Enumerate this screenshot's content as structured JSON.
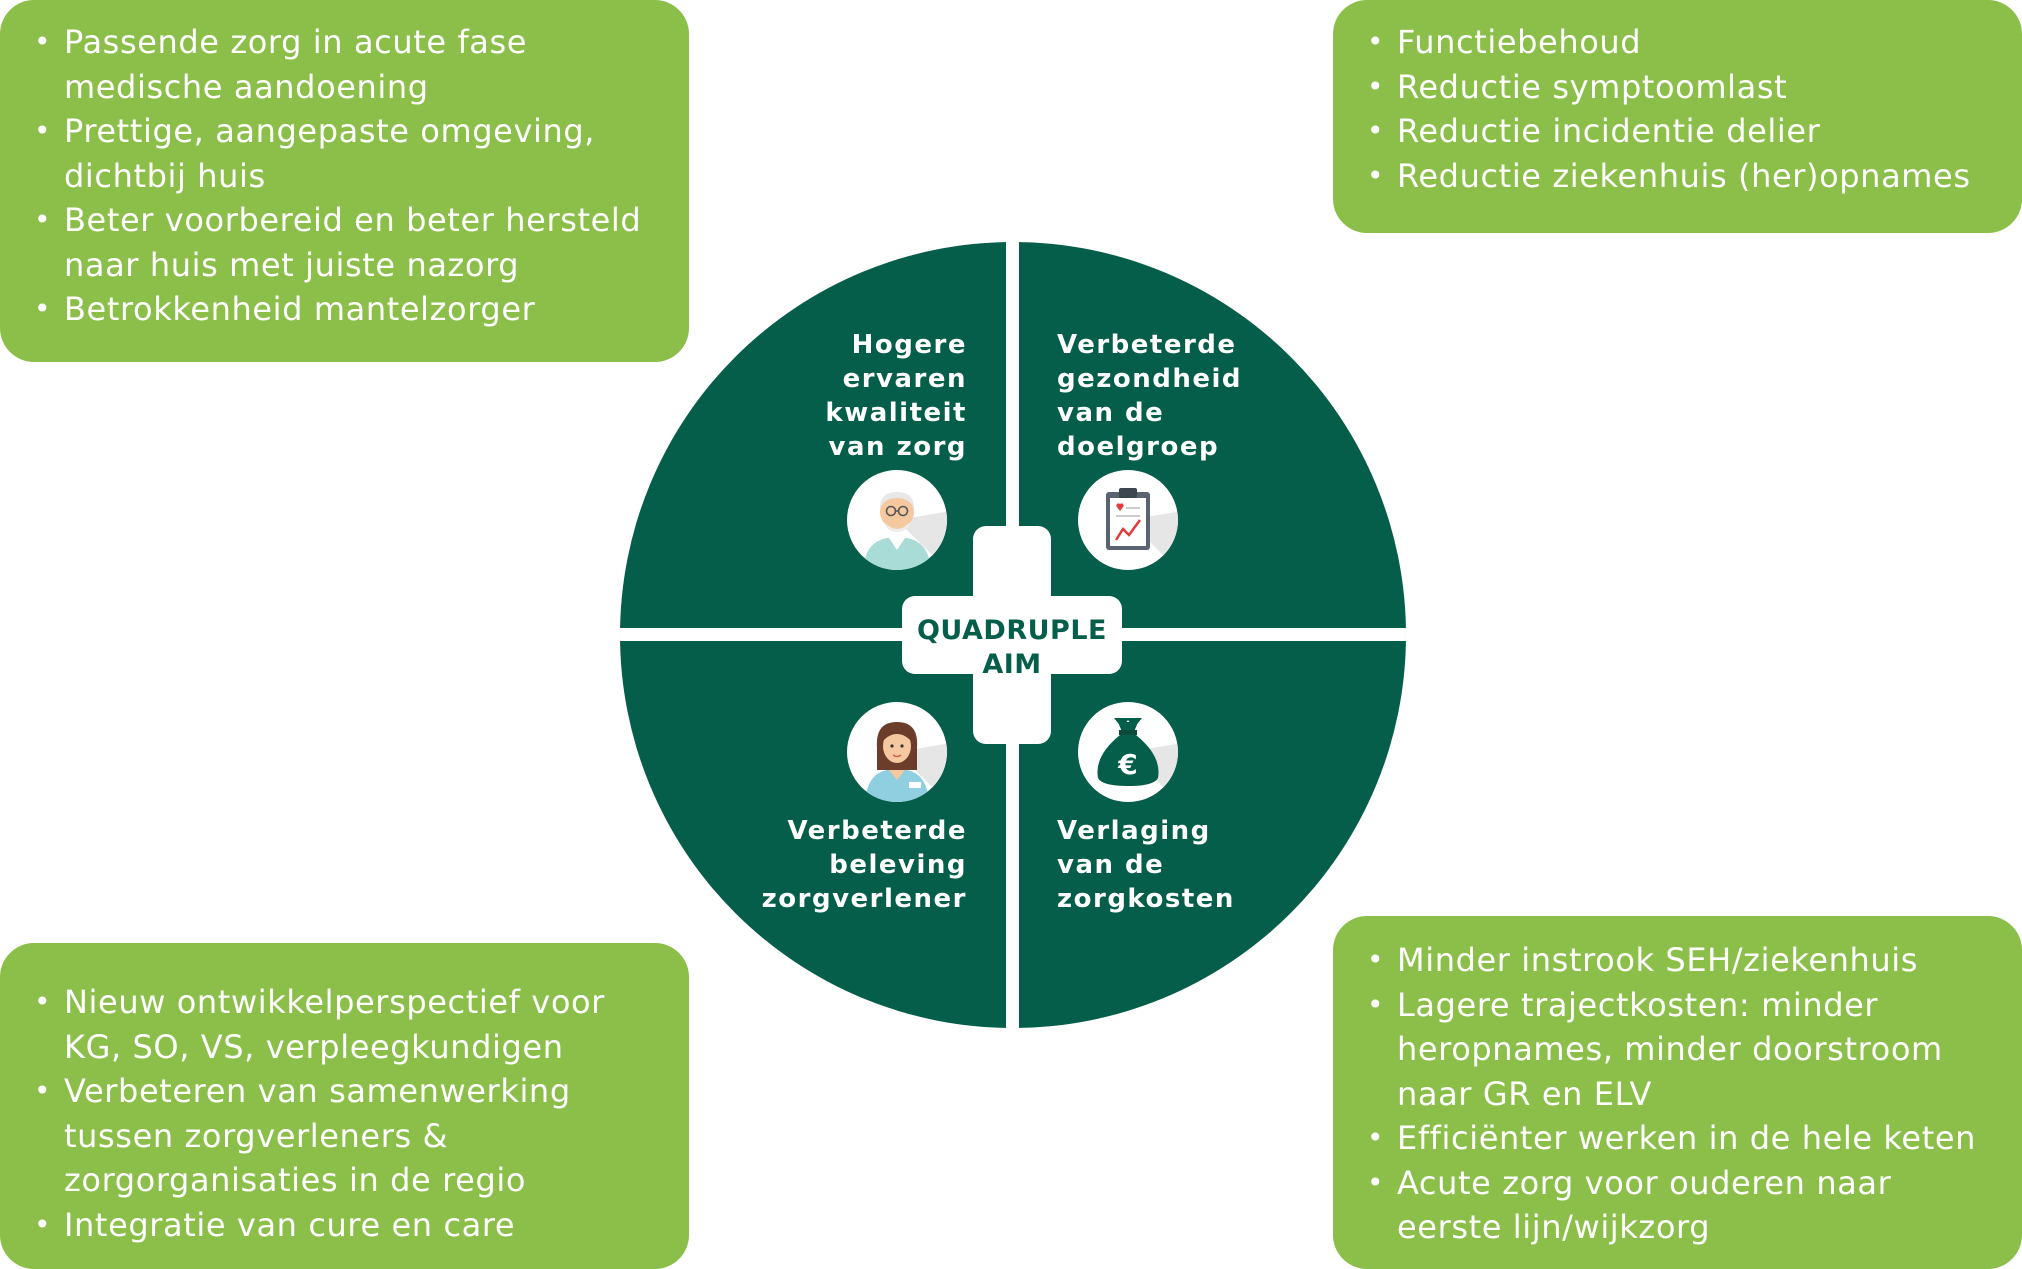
{
  "colors": {
    "box_green": "#8bbf4a",
    "circle_green": "#055e4a",
    "white": "#ffffff"
  },
  "center": {
    "line1": "QUADRUPLE",
    "line2": "AIM"
  },
  "quadrants": {
    "top_left": {
      "lines": [
        "Hogere",
        "ervaren",
        "kwaliteit",
        "van zorg"
      ],
      "icon": "elderly-patient-icon"
    },
    "top_right": {
      "lines": [
        "Verbeterde",
        "gezondheid",
        "van de",
        "doelgroep"
      ],
      "icon": "clipboard-chart-icon"
    },
    "bottom_left": {
      "lines": [
        "Verbeterde",
        "beleving",
        "zorgverlener"
      ],
      "icon": "nurse-icon"
    },
    "bottom_right": {
      "lines": [
        "Verlaging",
        "van de",
        "zorgkosten"
      ],
      "icon": "money-bag-euro-icon"
    }
  },
  "boxes": {
    "top_left": {
      "items": [
        [
          "Passende zorg in acute fase",
          "medische aandoening"
        ],
        [
          "Prettige, aangepaste omgeving,",
          "dichtbij huis"
        ],
        [
          "Beter voorbereid en beter hersteld",
          "naar huis met juiste nazorg"
        ],
        [
          "Betrokkenheid mantelzorger"
        ]
      ]
    },
    "top_right": {
      "items": [
        [
          "Functiebehoud"
        ],
        [
          "Reductie symptoomlast"
        ],
        [
          "Reductie incidentie delier"
        ],
        [
          "Reductie ziekenhuis (her)opnames"
        ]
      ]
    },
    "bottom_left": {
      "items": [
        [
          "Nieuw ontwikkelperspectief voor",
          "KG, SO, VS, verpleegkundigen"
        ],
        [
          "Verbeteren van samenwerking",
          "tussen zorgverleners &",
          "zorgorganisaties in de regio"
        ],
        [
          "Integratie van cure en care"
        ]
      ]
    },
    "bottom_right": {
      "items": [
        [
          "Minder instrook SEH/ziekenhuis"
        ],
        [
          "Lagere trajectkosten: minder",
          "heropnames, minder doorstroom",
          "naar GR en ELV"
        ],
        [
          "Efficiënter werken in de hele keten"
        ],
        [
          "Acute zorg voor ouderen naar",
          "eerste lijn/wijkzorg"
        ]
      ]
    }
  }
}
